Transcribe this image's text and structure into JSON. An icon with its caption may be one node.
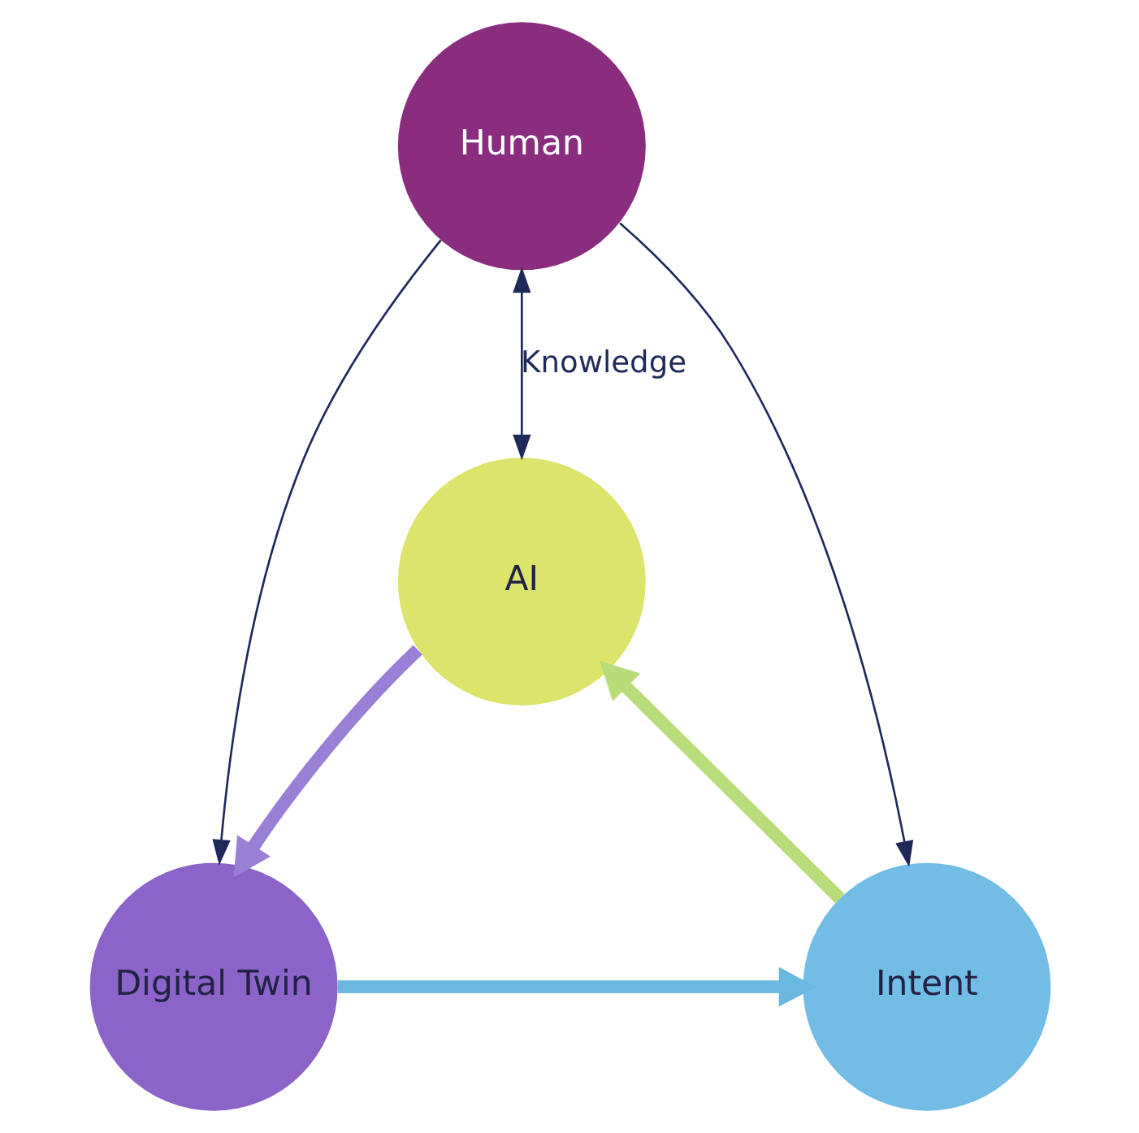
{
  "diagram": {
    "nodes": [
      {
        "text": [
          "AI"
        ]
      },
      {
        "text": [
          "Human"
        ]
      },
      {
        "text": [
          "Intent"
        ]
      },
      {
        "text": [
          "Digital Twin"
        ]
      }
    ],
    "edges": [
      {
        "from": 2,
        "to": 0,
        "arrow": "to",
        "style": "thick",
        "color": "#b9dc7a"
      },
      {
        "from": 0,
        "to": 3,
        "arrow": "to",
        "style": "thick",
        "color": "#9a7fd6"
      },
      {
        "from": 3,
        "to": 2,
        "arrow": "to",
        "style": "thick",
        "color": "#6ab7e0"
      },
      {
        "from": 1,
        "to": 0,
        "arrow": "both",
        "label": "Knowledge"
      },
      {
        "from": 1,
        "to": 2,
        "arrow": "to"
      },
      {
        "from": 1,
        "to": 3,
        "arrow": "to"
      }
    ]
  }
}
